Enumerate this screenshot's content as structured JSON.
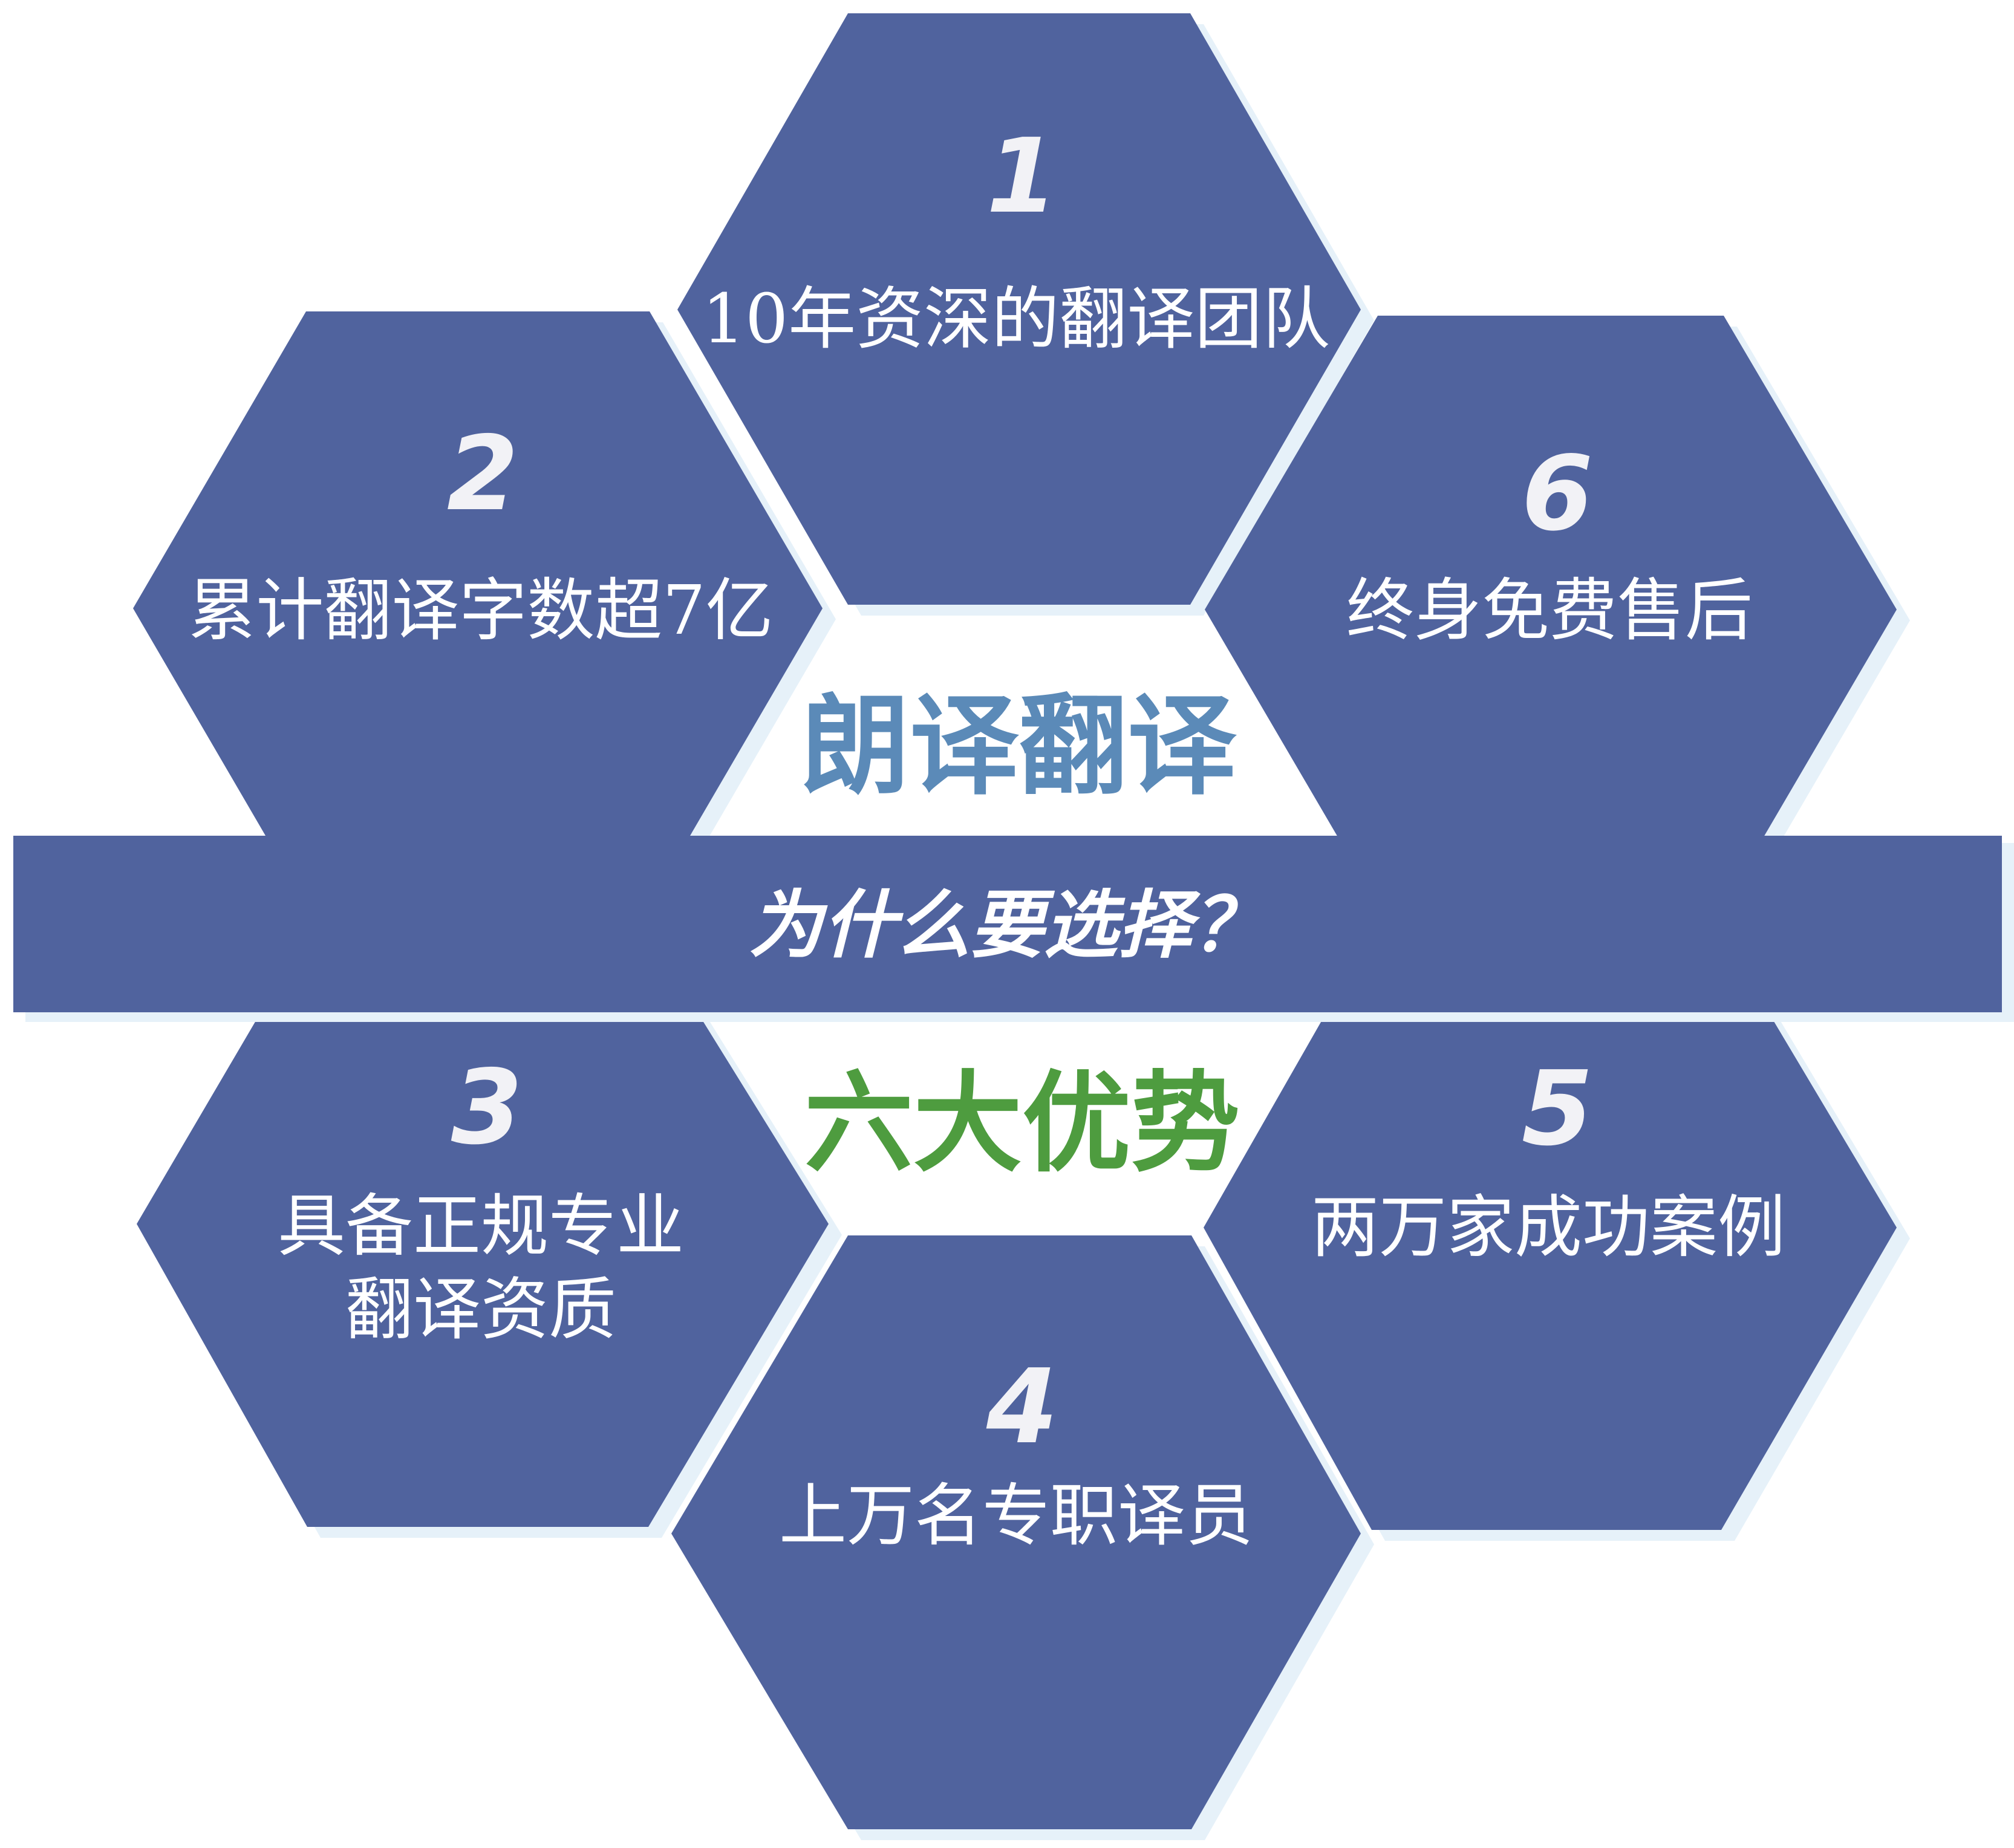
{
  "colors": {
    "hexagon_fill": "#50639e",
    "hexagon_shadow": "#e6f1f9",
    "hex_text": "#ffffff",
    "number_text": "#f2f2f6",
    "title_top": "#5b8ab8",
    "title_bottom": "#4e9c3f",
    "banner_fill": "#50639e",
    "banner_text": "#ffffff"
  },
  "center": {
    "title_top": "朗译翻译",
    "banner": "为什么要选择？",
    "title_bottom": "六大优势"
  },
  "advantages": [
    {
      "number": "1",
      "lines": [
        "10年资深的翻译团队"
      ]
    },
    {
      "number": "2",
      "lines": [
        "累计翻译字数超7亿"
      ]
    },
    {
      "number": "3",
      "lines": [
        "具备正规专业",
        "翻译资质"
      ]
    },
    {
      "number": "4",
      "lines": [
        "上万名专职译员"
      ]
    },
    {
      "number": "5",
      "lines": [
        "两万家成功案例"
      ]
    },
    {
      "number": "6",
      "lines": [
        "终身免费售后"
      ]
    }
  ]
}
